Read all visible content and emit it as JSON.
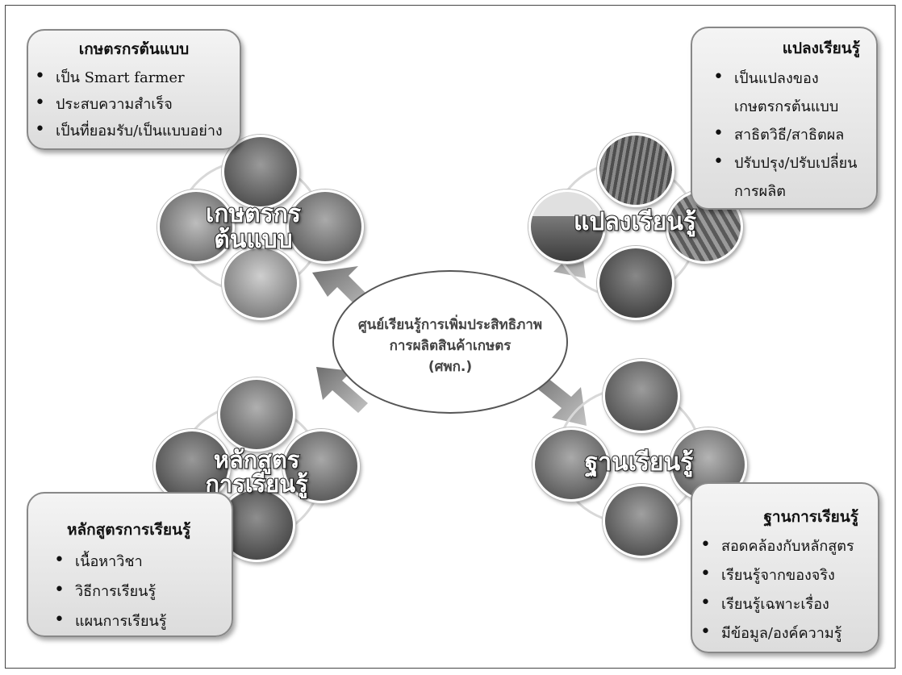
{
  "center": {
    "lines": [
      "ศูนย์เรียนรู้การเพิ่มประสิทธิภาพ",
      "การผลิตสินค้าเกษตร",
      "(ศพก.)"
    ]
  },
  "model_farmer": {
    "title": "เกษตรกรต้นแบบ",
    "items": [
      "เป็น Smart farmer",
      "ประสบความสำเร็จ",
      "เป็นที่ยอมรับ/เป็นแบบอย่าง"
    ],
    "cluster_label_line1": "เกษตรกร",
    "cluster_label_line2": "ต้นแบบ"
  },
  "learning_plot": {
    "title": "แปลงเรียนรู้",
    "items": [
      "เป็นแปลงของ",
      "เกษตรกรต้นแบบ",
      "สาธิตวิธี/สาธิตผล",
      "ปรับปรุง/ปรับเปลี่ยน",
      "การผลิต"
    ],
    "cluster_label": "แปลงเรียนรู้"
  },
  "curriculum": {
    "title": "หลักสูตรการเรียนรู้",
    "items": [
      "เนื้อหาวิชา",
      "วิธีการเรียนรู้",
      "แผนการเรียนรู้"
    ],
    "cluster_label_line1": "หลักสูตร",
    "cluster_label_line2": "การเรียนรู้"
  },
  "learning_station": {
    "title": "ฐานการเรียนรู้",
    "items": [
      "สอดคล้องกับหลักสูตร",
      "เรียนรู้จากของจริง",
      "เรียนรู้เฉพาะเรื่อง",
      "มีข้อมูล/องค์ความรู้"
    ],
    "cluster_label": "ฐานเรียนรู้"
  },
  "colors": {
    "arrow": "#8a8a8a",
    "box_border": "#888888",
    "ring": "#d8d8d8"
  }
}
